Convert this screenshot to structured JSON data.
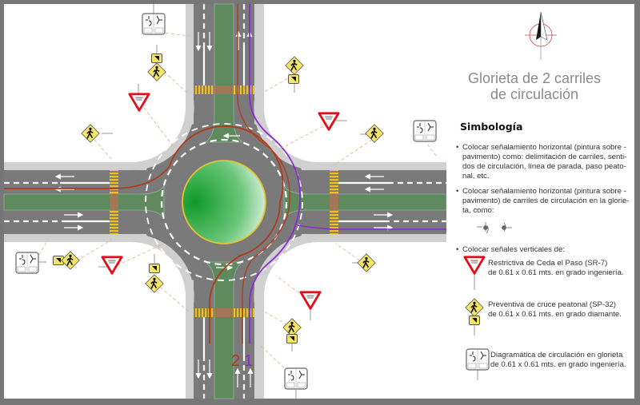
{
  "title": {
    "line1": "Glorieta de 2 carriles",
    "line2": "de circulación"
  },
  "legend": {
    "heading": "Simbología",
    "bullet1": [
      "Colocar señalamiento horizontal (pintura sobre -",
      "pavimento) como: delimitación de carriles, senti-",
      "dos de circulación, línea de parada, paso peato-",
      "nal, etc."
    ],
    "bullet2": [
      "Colocar señalamiento horizontal (pintura sobre -",
      "pavimento) de carriles de circulación en la gloriе-",
      "ta, como:"
    ],
    "bullet3": "Colocar señales verticales de:",
    "signs": [
      {
        "name": "yield",
        "line1": "Restrictiva de Ceda el Paso (SR-7)",
        "line2": "de 0.61 x 0.61 mts. en grado ingeniería."
      },
      {
        "name": "pedestrian",
        "line1": "Preventiva de cruce peatonal (SP-32)",
        "line2": "de 0.61 x 0.61 mts. en grado diamante."
      },
      {
        "name": "roundabout-diagram",
        "line1": "Diagramática de circulación en glorieta",
        "line2": "de 0.61 x 0.61 mts. en grado ingeniería."
      }
    ]
  },
  "routes": {
    "lane2": "2",
    "lane1": "1"
  },
  "colors": {
    "frame": "#777777",
    "asphalt": "#7a7a7a",
    "sidewalk": "#cfcfcf",
    "median": "#5e8a5e",
    "island": "#1f9a35",
    "lane2_route": "#b03a1a",
    "lane1_route": "#8a2bd0",
    "crosswalk": "#f2c01a",
    "yield_red": "#e0101a",
    "warning_yellow": "#f4e46a"
  }
}
